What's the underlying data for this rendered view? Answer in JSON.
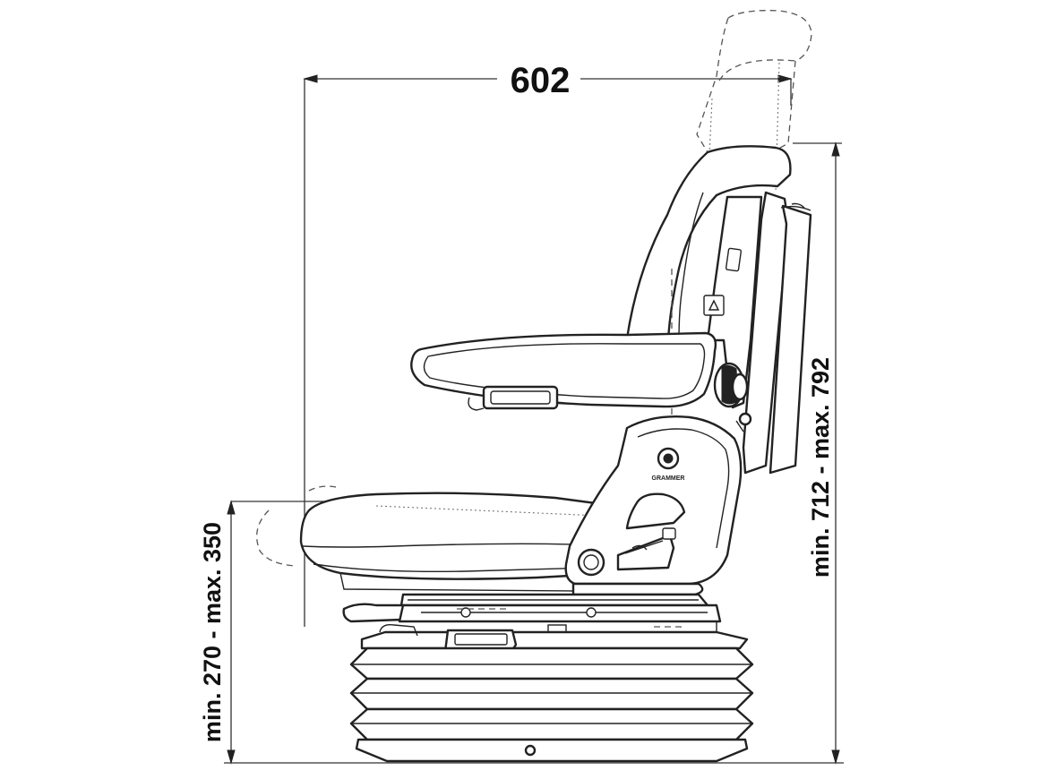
{
  "dimensions": {
    "width_label": "602",
    "seat_height_label": "min. 270 - max. 350",
    "overall_height_label": "min. 712 - max. 792"
  },
  "brand_mark_text": "GRAMMER"
}
